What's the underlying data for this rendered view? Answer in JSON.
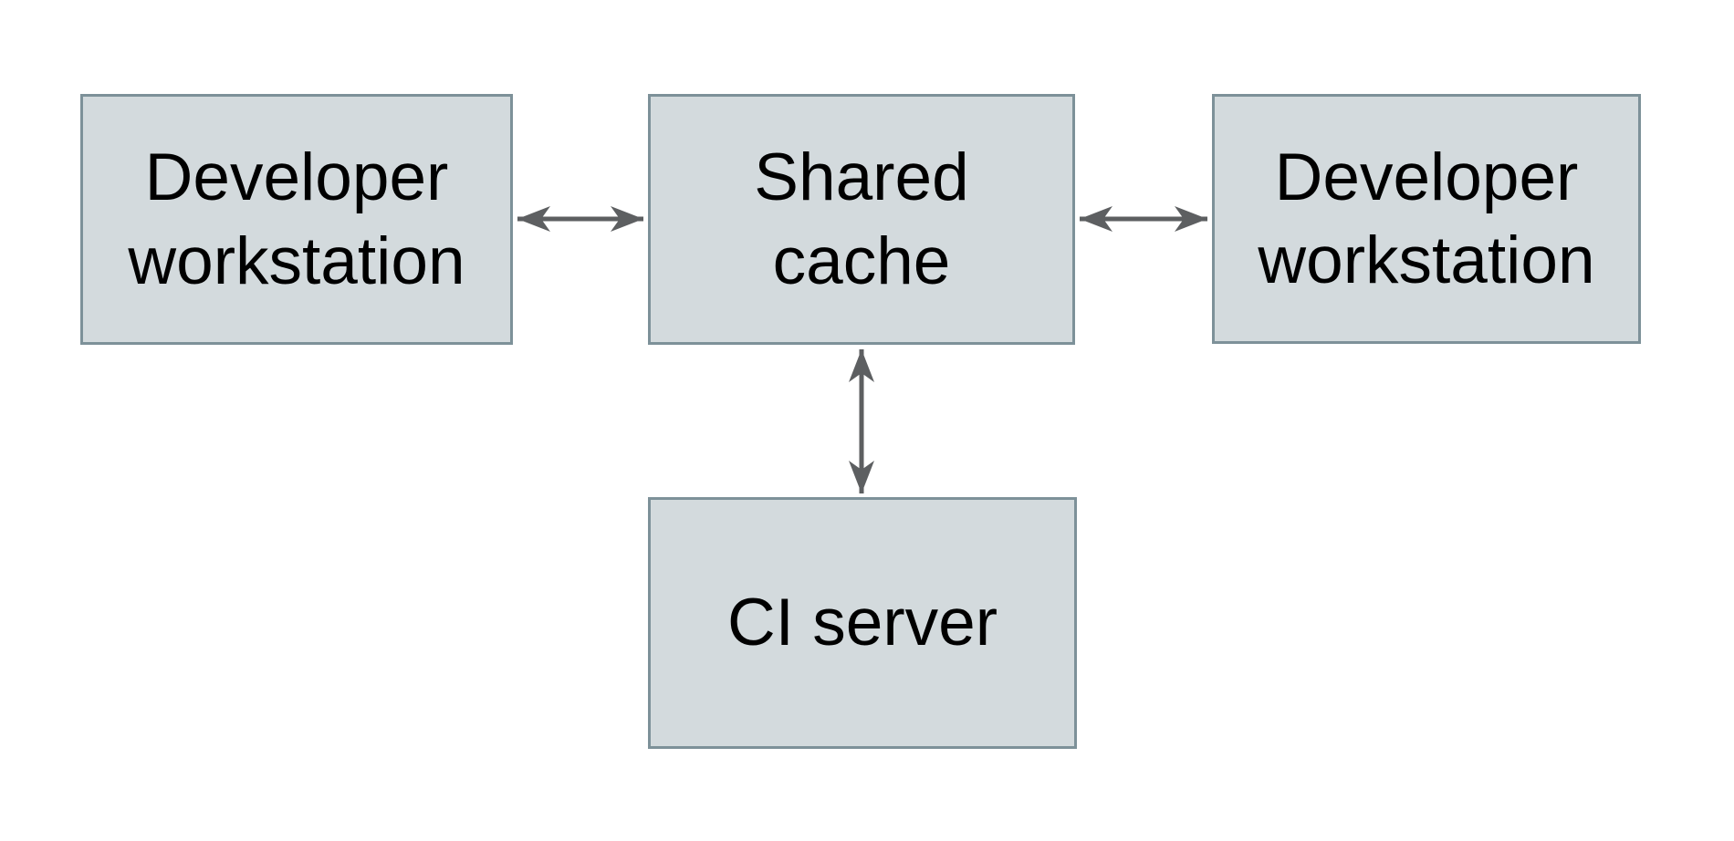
{
  "diagram": {
    "type": "architecture-diagram",
    "nodes": [
      {
        "id": "dev-workstation-left",
        "label": "Developer workstation"
      },
      {
        "id": "shared-cache",
        "label": "Shared cache"
      },
      {
        "id": "dev-workstation-right",
        "label": "Developer workstation"
      },
      {
        "id": "ci-server",
        "label": "CI server"
      }
    ],
    "edges": [
      {
        "from": "dev-workstation-left",
        "to": "shared-cache",
        "direction": "bidirectional",
        "icon": "double-headed-arrow-icon"
      },
      {
        "from": "shared-cache",
        "to": "dev-workstation-right",
        "direction": "bidirectional",
        "icon": "double-headed-arrow-icon"
      },
      {
        "from": "shared-cache",
        "to": "ci-server",
        "direction": "bidirectional",
        "icon": "double-headed-arrow-icon"
      }
    ]
  },
  "colors": {
    "background": "#ffffff",
    "node_fill": "#d3dadd",
    "node_border": "#7d9199",
    "arrow": "#5d5f61",
    "text": "#000000"
  }
}
